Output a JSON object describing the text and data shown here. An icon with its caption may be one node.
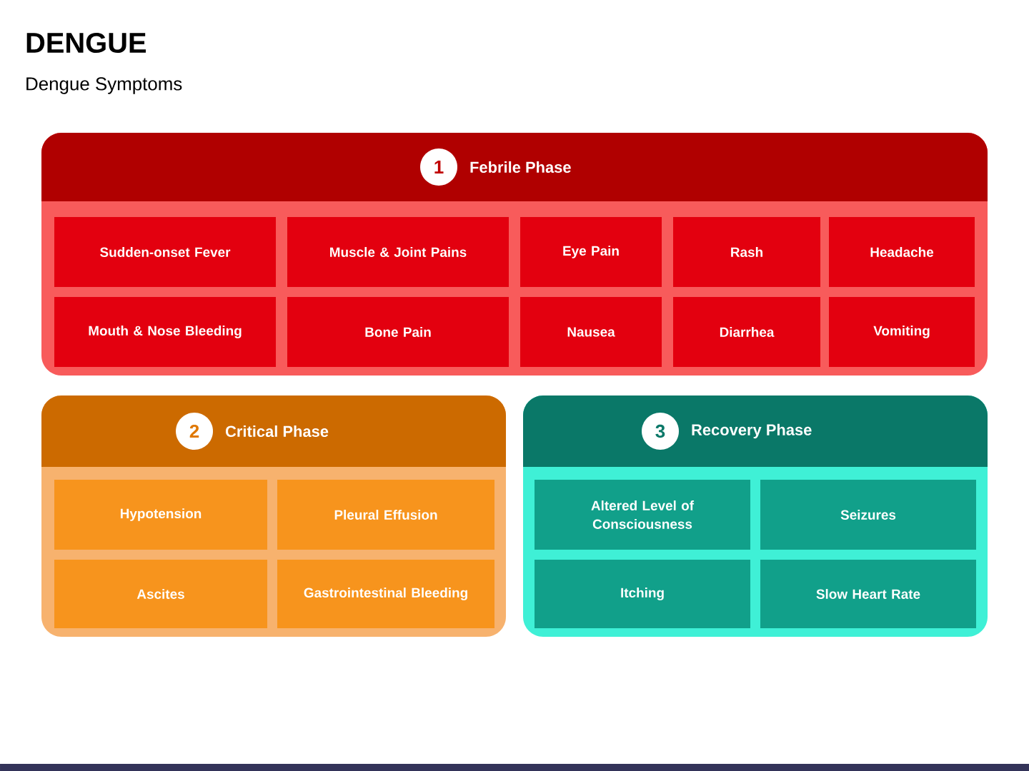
{
  "diagram": {
    "title": "DENGUE",
    "nodes": [
      {
        "text": [
          "Febrile Phase"
        ]
      },
      {
        "text": [
          "1"
        ],
        "in": 0
      },
      {
        "text": [
          "Sudden-onset Fever"
        ],
        "in": 0
      },
      {
        "text": [
          "Muscle & Joint Pains"
        ],
        "in": 0
      },
      {
        "text": [
          "Eye Pain"
        ],
        "in": 0
      },
      {
        "text": [
          "Rash"
        ],
        "in": 0
      },
      {
        "text": [
          "Headache"
        ],
        "in": 0
      },
      {
        "text": [
          "Mouth & Nose Bleeding"
        ],
        "in": 0
      },
      {
        "text": [
          "Bone Pain"
        ],
        "in": 0
      },
      {
        "text": [
          "Nausea"
        ],
        "in": 0
      },
      {
        "text": [
          "Diarrhea"
        ],
        "in": 0
      },
      {
        "text": [
          "Vomiting"
        ],
        "in": 0
      },
      {
        "text": [
          "Critical Phase"
        ]
      },
      {
        "text": [
          "2"
        ],
        "in": 12
      },
      {
        "text": [
          "Hypotension"
        ],
        "in": 12
      },
      {
        "text": [
          "Pleural Effusion"
        ],
        "in": 12
      },
      {
        "text": [
          "Ascites"
        ],
        "in": 12
      },
      {
        "text": [
          "Gastrointestinal Bleeding"
        ],
        "in": 12
      },
      {
        "text": [
          "Recovery Phase"
        ]
      },
      {
        "text": [
          "3"
        ],
        "in": 18
      },
      {
        "text": [
          "Altered Level of Consciousness"
        ],
        "in": 18
      },
      {
        "text": [
          "Seizures"
        ],
        "in": 18
      },
      {
        "text": [
          "Itching"
        ],
        "in": 18
      },
      {
        "text": [
          "Slow Heart Rate"
        ],
        "in": 18
      }
    ],
    "labels": [
      "Dengue Symptoms"
    ]
  }
}
